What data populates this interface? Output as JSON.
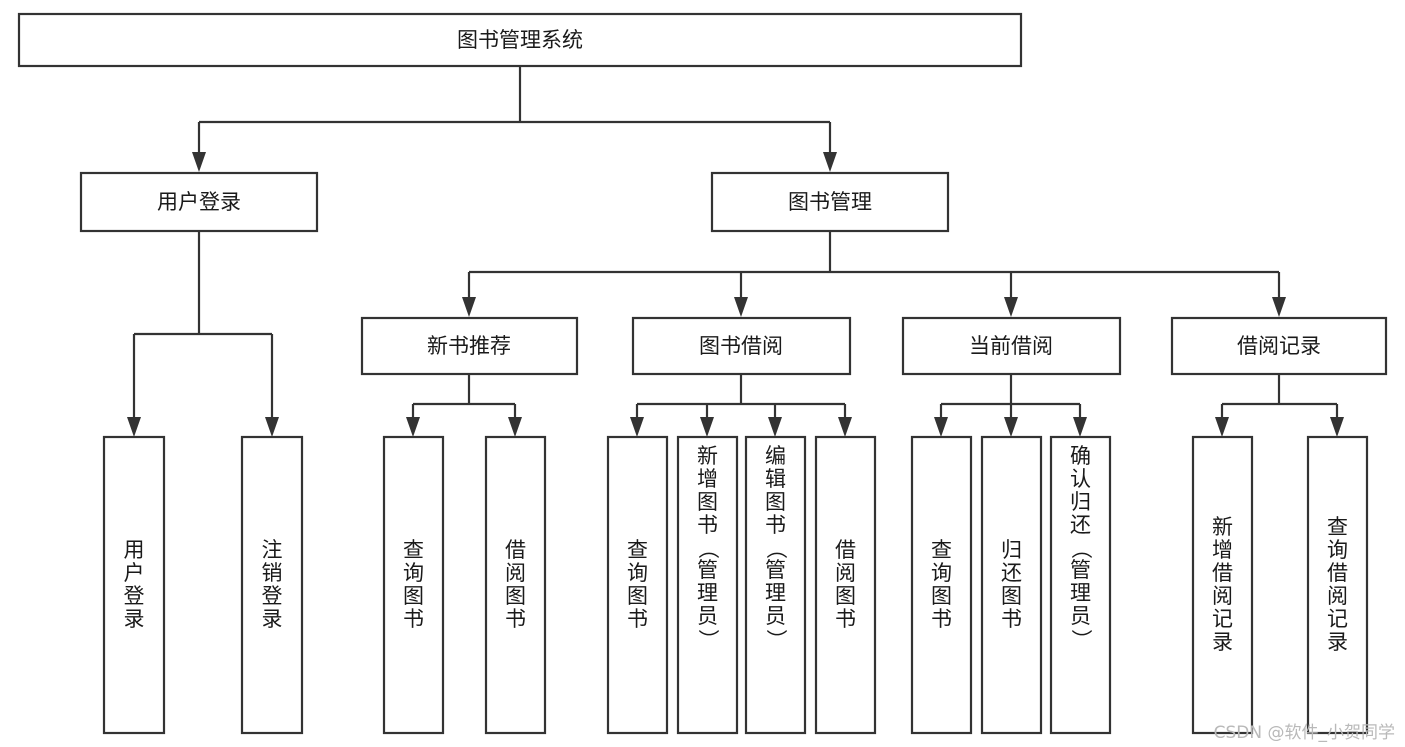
{
  "diagram": {
    "type": "tree-hierarchy",
    "title_node": {
      "label": "图书管理系统"
    },
    "level2": [
      {
        "id": "user-login",
        "label": "用户登录"
      },
      {
        "id": "book-management",
        "label": "图书管理"
      }
    ],
    "level3": [
      {
        "id": "new-book-recommend",
        "label": "新书推荐",
        "parent": "book-management"
      },
      {
        "id": "book-borrow",
        "label": "图书借阅",
        "parent": "book-management"
      },
      {
        "id": "current-borrow",
        "label": "当前借阅",
        "parent": "book-management"
      },
      {
        "id": "borrow-record",
        "label": "借阅记录",
        "parent": "book-management"
      }
    ],
    "leaves": [
      {
        "id": "leaf-user-login",
        "label": "用户登录",
        "parent": "user-login"
      },
      {
        "id": "leaf-logout",
        "label": "注销登录",
        "parent": "user-login"
      },
      {
        "id": "leaf-query-book-1",
        "label": "查询图书",
        "parent": "new-book-recommend"
      },
      {
        "id": "leaf-borrow-book-1",
        "label": "借阅图书",
        "parent": "new-book-recommend"
      },
      {
        "id": "leaf-query-book-2",
        "label": "查询图书",
        "parent": "book-borrow"
      },
      {
        "id": "leaf-add-book",
        "label": "新增图书（管理员）",
        "parent": "book-borrow"
      },
      {
        "id": "leaf-edit-book",
        "label": "编辑图书（管理员）",
        "parent": "book-borrow"
      },
      {
        "id": "leaf-borrow-book-2",
        "label": "借阅图书",
        "parent": "book-borrow"
      },
      {
        "id": "leaf-query-book-3",
        "label": "查询图书",
        "parent": "current-borrow"
      },
      {
        "id": "leaf-return-book",
        "label": "归还图书",
        "parent": "current-borrow"
      },
      {
        "id": "leaf-confirm-return",
        "label": "确认归还（管理员）",
        "parent": "current-borrow"
      },
      {
        "id": "leaf-add-record",
        "label": "新增借阅记录",
        "parent": "borrow-record"
      },
      {
        "id": "leaf-query-record",
        "label": "查询借阅记录",
        "parent": "borrow-record"
      }
    ],
    "colors": {
      "stroke": "#333333",
      "fill": "#ffffff",
      "text": "#1a1a1a",
      "watermark": "#b9b9b9"
    }
  },
  "watermark": {
    "text": "CSDN @软件_小贺同学"
  }
}
